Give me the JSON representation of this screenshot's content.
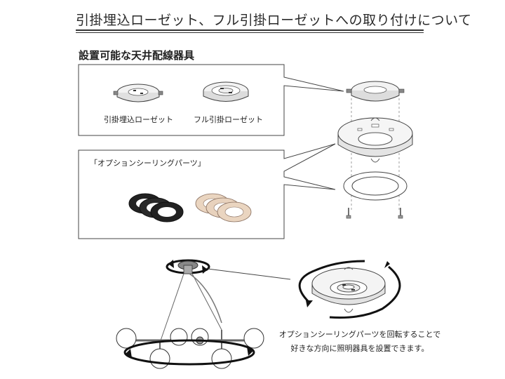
{
  "page": {
    "title": "引掛埋込ローゼット、フル引掛ローゼットへの取り付けについて",
    "section_heading": "設置可能な天井配線器具"
  },
  "panel_top": {
    "items": [
      {
        "label": "引掛埋込ローゼット"
      },
      {
        "label": "フル引掛ローゼット"
      }
    ]
  },
  "panel_bottom": {
    "label": "「オプションシーリングパーツ」",
    "ring_colors": [
      "#222222",
      "#e8d2bd"
    ]
  },
  "rotation_note": {
    "line1": "オプションシーリングパーツを回転することで",
    "line2": "好きな方向に照明器具を設置できます。"
  }
}
